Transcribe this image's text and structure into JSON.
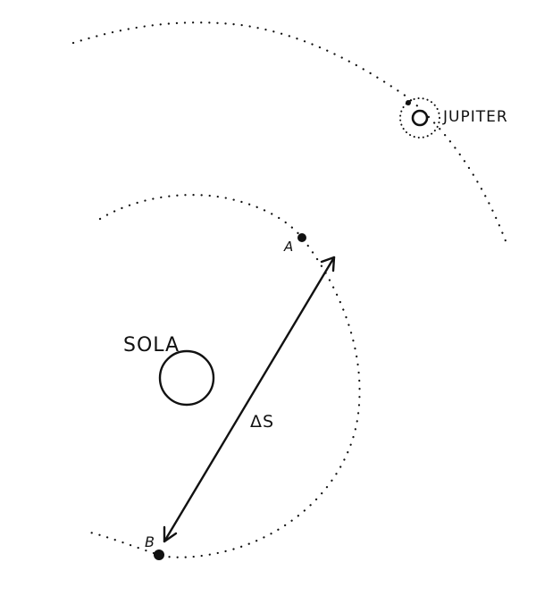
{
  "labels": {
    "jupiter": "JUPITER",
    "sun": "SOLA",
    "point_a": "A",
    "point_b": "B",
    "displacement": "ΔS"
  },
  "colors": {
    "ink": "#111111",
    "background": "#ffffff"
  }
}
